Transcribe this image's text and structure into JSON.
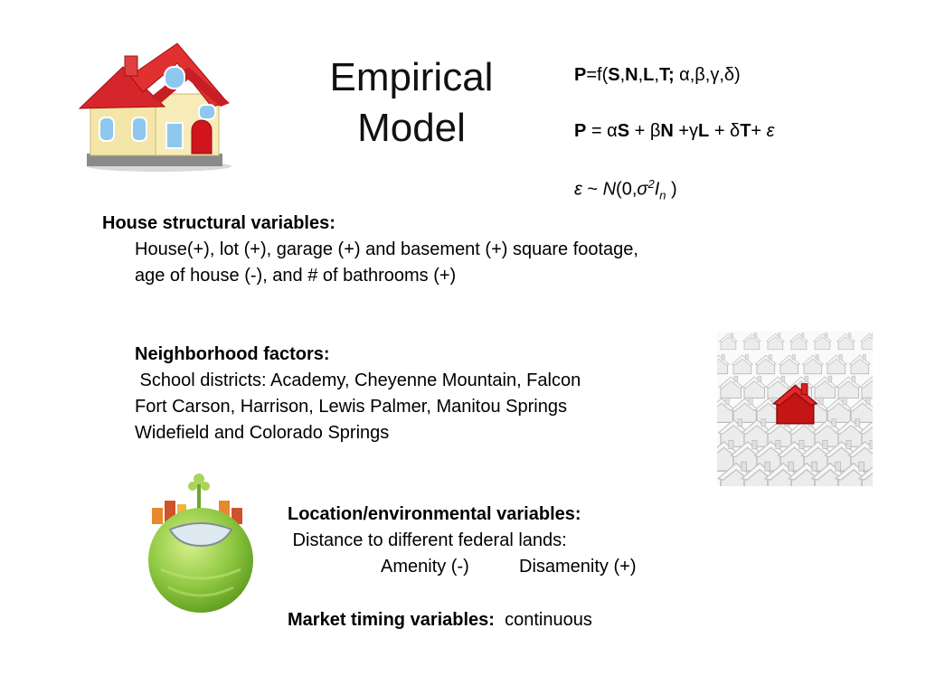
{
  "title": {
    "line1": "Empirical",
    "line2": "Model"
  },
  "equations": {
    "eq1": {
      "P": "P",
      "eqsign": "=f(",
      "S": "S",
      "c1": ",",
      "N": "N",
      "c2": ",",
      "L": "L",
      "c3": ",",
      "T": "T;",
      "params": " α,β,γ,δ)"
    },
    "eq2": {
      "P": "P",
      "eqa": " = α",
      "S": "S",
      "pb": " + β",
      "N": "N",
      "pg": " +γ",
      "L": "L",
      "pd": " + δ",
      "T": "T",
      "pe": "+ ",
      "eps": "ε"
    },
    "eq3": {
      "eps": "ε",
      "tilde": " ~ ",
      "N": "N",
      "open": "(0,",
      "sigma": "σ",
      "sq": "2",
      "I": "I",
      "n": "n",
      "close": " )"
    }
  },
  "structural": {
    "heading": "House structural variables:",
    "line1": "House(+), lot (+), garage (+) and basement (+) square footage,",
    "line2": "age of house (-), and # of bathrooms (+)"
  },
  "neighborhood": {
    "heading": "Neighborhood factors:",
    "line1": " School districts: Academy, Cheyenne Mountain, Falcon",
    "line2": "Fort Carson, Harrison, Lewis Palmer, Manitou Springs",
    "line3": "Widefield and Colorado Springs"
  },
  "location": {
    "heading": "Location/environmental variables:",
    "line1": " Distance to different federal lands:",
    "amenity": "Amenity (-)",
    "disamenity": "Disamenity (+)"
  },
  "market": {
    "heading": "Market timing variables:",
    "value": "continuous"
  },
  "colors": {
    "house_roof": "#d7262b",
    "house_wall": "#f3e6a8",
    "globe": "#8cc63f",
    "red_house": "#d92020"
  }
}
